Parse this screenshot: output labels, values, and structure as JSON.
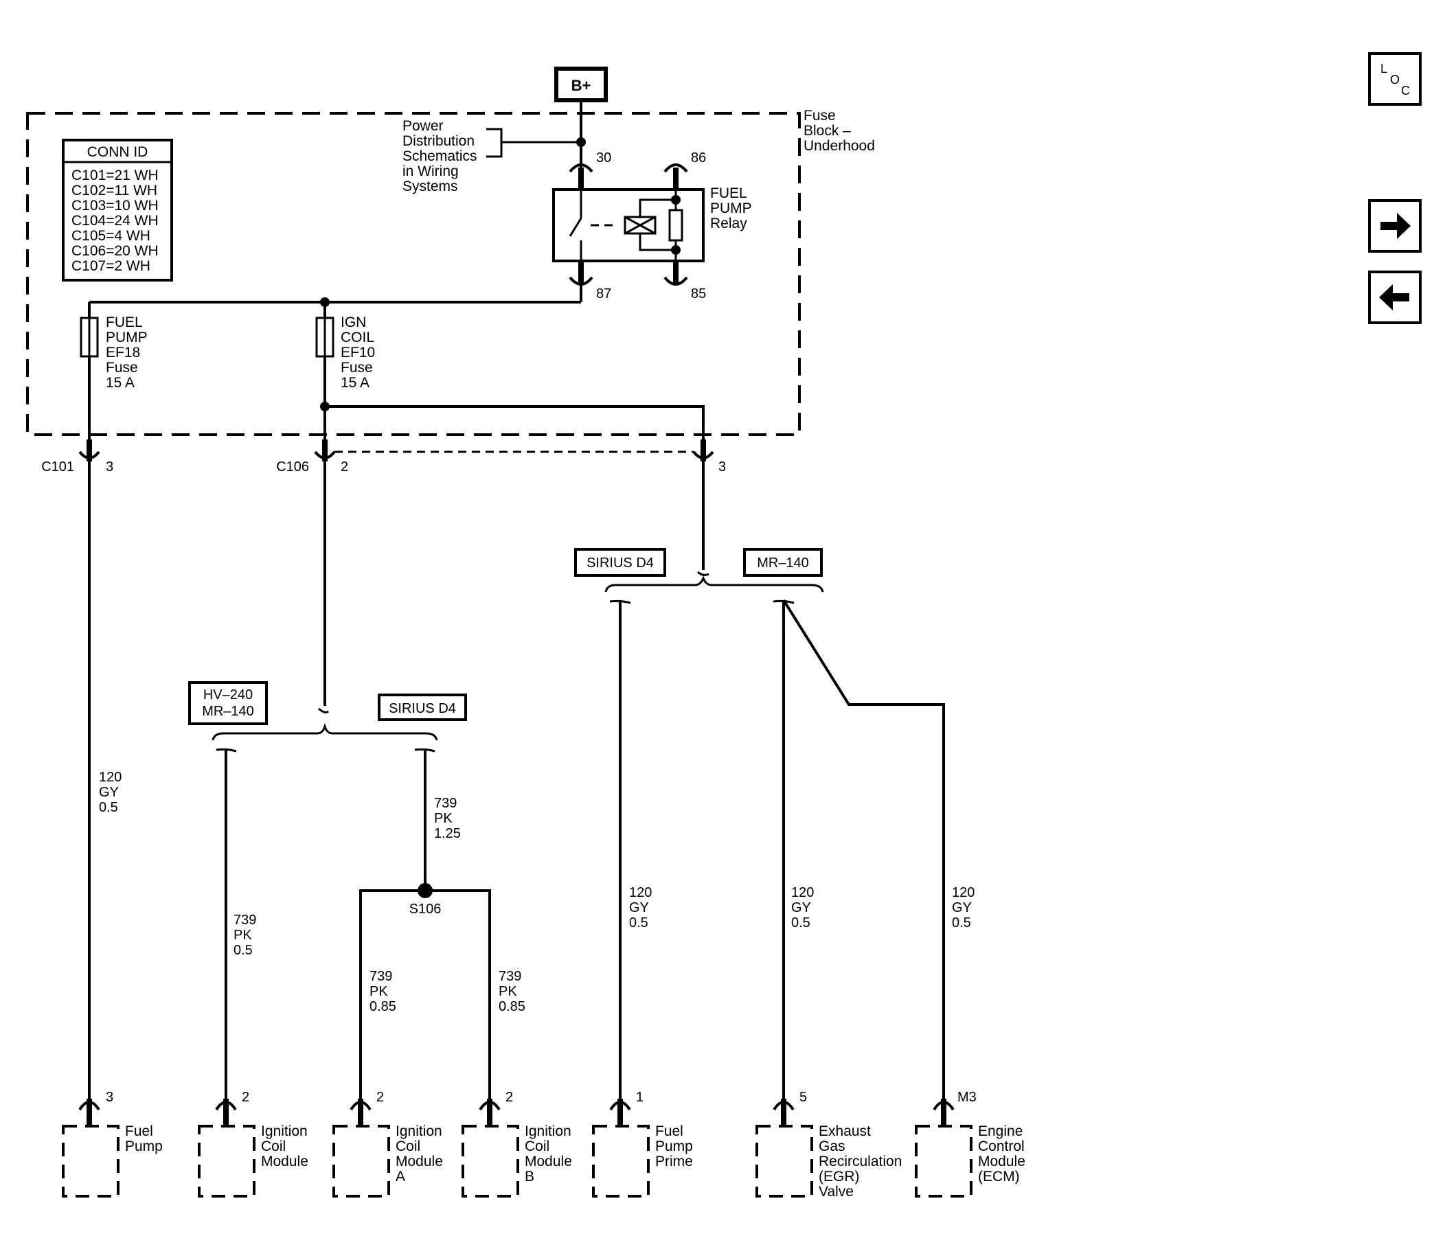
{
  "supply": {
    "label": "B+"
  },
  "power_note": [
    "Power",
    "Distribution",
    "Schematics",
    "in Wiring",
    "Systems"
  ],
  "fuse_block": {
    "label": [
      "Fuse",
      "Block –",
      "Underhood"
    ]
  },
  "conn_id": {
    "title": "CONN ID",
    "rows": [
      "C101=21 WH",
      "C102=11 WH",
      "C103=10 WH",
      "C104=24 WH",
      "C105=4 WH",
      "C106=20 WH",
      "C107=2 WH"
    ]
  },
  "relay": {
    "label": [
      "FUEL",
      "PUMP",
      "Relay"
    ],
    "pins": {
      "p30": "30",
      "p86": "86",
      "p87": "87",
      "p85": "85"
    }
  },
  "fuses": {
    "fuel_pump": [
      "FUEL",
      "PUMP",
      "EF18",
      "Fuse",
      "15 A"
    ],
    "ign_coil": [
      "IGN",
      "COIL",
      "EF10",
      "Fuse",
      "15 A"
    ]
  },
  "connectors": {
    "c101": {
      "name": "C101",
      "pin": "3"
    },
    "c106": {
      "name": "C106",
      "pin": "2"
    },
    "c106b": {
      "pin": "3"
    }
  },
  "options": {
    "left_a": [
      "HV–240",
      "MR–140"
    ],
    "left_b": "SIRIUS D4",
    "right_a": "SIRIUS D4",
    "right_b": "MR–140"
  },
  "splice": "S106",
  "wires": {
    "w1": [
      "120",
      "GY",
      "0.5"
    ],
    "w2": [
      "739",
      "PK",
      "0.5"
    ],
    "w3": [
      "739",
      "PK",
      "1.25"
    ],
    "w4": [
      "739",
      "PK",
      "0.85"
    ],
    "w5": [
      "739",
      "PK",
      "0.85"
    ],
    "w6": [
      "120",
      "GY",
      "0.5"
    ],
    "w7": [
      "120",
      "GY",
      "0.5"
    ],
    "w8": [
      "120",
      "GY",
      "0.5"
    ]
  },
  "components": [
    {
      "pin": "3",
      "name": [
        "Fuel",
        "Pump"
      ]
    },
    {
      "pin": "2",
      "name": [
        "Ignition",
        "Coil",
        "Module"
      ]
    },
    {
      "pin": "2",
      "name": [
        "Ignition",
        "Coil",
        "Module",
        "A"
      ]
    },
    {
      "pin": "2",
      "name": [
        "Ignition",
        "Coil",
        "Module",
        "B"
      ]
    },
    {
      "pin": "1",
      "name": [
        "Fuel",
        "Pump",
        "Prime"
      ]
    },
    {
      "pin": "5",
      "name": [
        "Exhaust",
        "Gas",
        "Recirculation",
        "(EGR)",
        "Valve"
      ]
    },
    {
      "pin": "M3",
      "name": [
        "Engine",
        "Control",
        "Module",
        "(ECM)"
      ]
    }
  ],
  "nav": {
    "loc": {
      "l": "L",
      "o": "O",
      "c": "C"
    },
    "next_icon": "arrow-right",
    "prev_icon": "arrow-left"
  }
}
